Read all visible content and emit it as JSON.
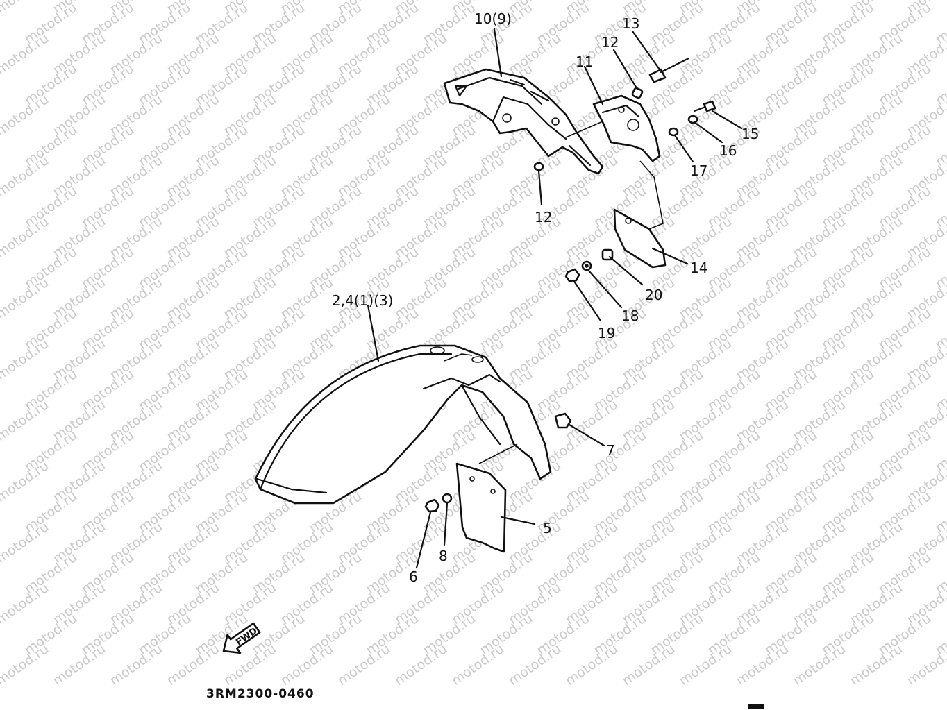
{
  "watermark": "motod.ru",
  "callouts": {
    "c1": "10(9)",
    "c2": "13",
    "c3": "12",
    "c4": "11",
    "c5": "15",
    "c6": "16",
    "c7": "17",
    "c8": "12",
    "c9": "14",
    "c10": "20",
    "c11": "18",
    "c12": "19",
    "c13": "2,4(1)(3)",
    "c14": "7",
    "c15": "5",
    "c16": "8",
    "c17": "6"
  },
  "fwd_label": "FWD",
  "diagram_code": "3RM2300-0460"
}
